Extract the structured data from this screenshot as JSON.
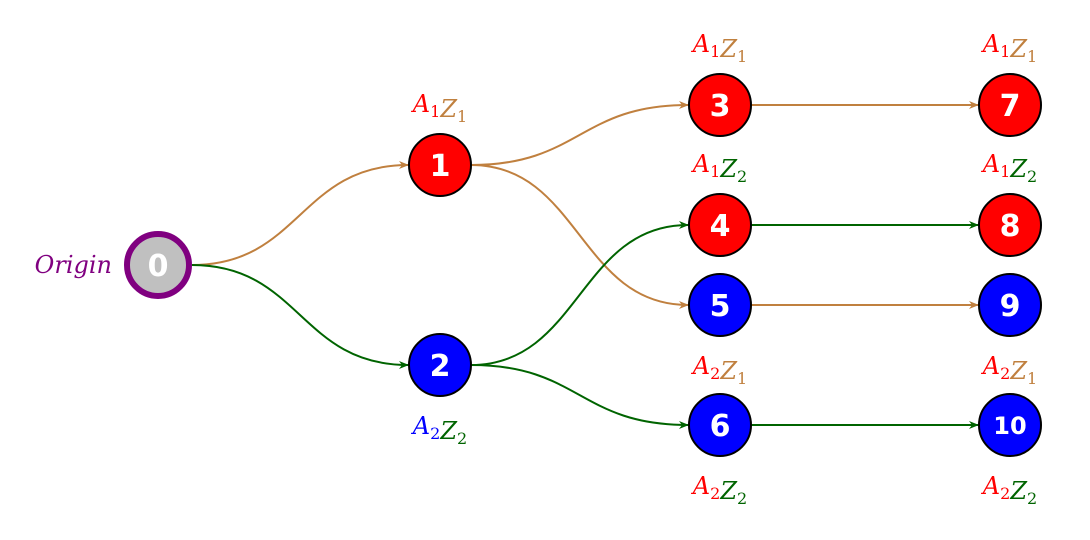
{
  "colors": {
    "brown": "#C0803F",
    "green": "#006400",
    "red": "#FF0000",
    "blue": "#0000FF",
    "purple": "#800080",
    "gray": "#C0C0C0"
  },
  "origin_label": "Origin",
  "nodes": [
    {
      "id": "0",
      "fill": "gray",
      "stroke": "purple",
      "text_color": "purple"
    },
    {
      "id": "1",
      "fill": "red",
      "label": {
        "a": "A",
        "a_sub": "1",
        "z": "Z",
        "z_sub": "1",
        "a_color": "red",
        "z_color": "brown"
      }
    },
    {
      "id": "2",
      "fill": "blue",
      "label": {
        "a": "A",
        "a_sub": "2",
        "z": "Z",
        "z_sub": "2",
        "a_color": "blue",
        "z_color": "green"
      }
    },
    {
      "id": "3",
      "fill": "red",
      "label": {
        "a": "A",
        "a_sub": "1",
        "z": "Z",
        "z_sub": "1",
        "a_color": "red",
        "z_color": "brown"
      }
    },
    {
      "id": "4",
      "fill": "red",
      "label": {
        "a": "A",
        "a_sub": "1",
        "z": "Z",
        "z_sub": "2",
        "a_color": "red",
        "z_color": "green"
      }
    },
    {
      "id": "5",
      "fill": "blue",
      "label": {
        "a": "A",
        "a_sub": "2",
        "z": "Z",
        "z_sub": "1",
        "a_color": "red",
        "z_color": "brown"
      }
    },
    {
      "id": "6",
      "fill": "blue",
      "label": {
        "a": "A",
        "a_sub": "2",
        "z": "Z",
        "z_sub": "2",
        "a_color": "red",
        "z_color": "green"
      }
    },
    {
      "id": "7",
      "fill": "red",
      "label": {
        "a": "A",
        "a_sub": "1",
        "z": "Z",
        "z_sub": "1",
        "a_color": "red",
        "z_color": "brown"
      }
    },
    {
      "id": "8",
      "fill": "red",
      "label": {
        "a": "A",
        "a_sub": "1",
        "z": "Z",
        "z_sub": "2",
        "a_color": "red",
        "z_color": "green"
      }
    },
    {
      "id": "9",
      "fill": "blue",
      "label": {
        "a": "A",
        "a_sub": "2",
        "z": "Z",
        "z_sub": "1",
        "a_color": "red",
        "z_color": "brown"
      }
    },
    {
      "id": "10",
      "fill": "blue",
      "label": {
        "a": "A",
        "a_sub": "2",
        "z": "Z",
        "z_sub": "2",
        "a_color": "red",
        "z_color": "green"
      }
    }
  ],
  "edges": [
    {
      "from": "0",
      "to": "1",
      "color": "brown"
    },
    {
      "from": "0",
      "to": "2",
      "color": "green"
    },
    {
      "from": "1",
      "to": "3",
      "color": "brown"
    },
    {
      "from": "1",
      "to": "5",
      "color": "brown"
    },
    {
      "from": "2",
      "to": "4",
      "color": "green"
    },
    {
      "from": "2",
      "to": "6",
      "color": "green"
    },
    {
      "from": "3",
      "to": "7",
      "color": "brown"
    },
    {
      "from": "4",
      "to": "8",
      "color": "green"
    },
    {
      "from": "5",
      "to": "9",
      "color": "brown"
    },
    {
      "from": "6",
      "to": "10",
      "color": "green"
    }
  ]
}
